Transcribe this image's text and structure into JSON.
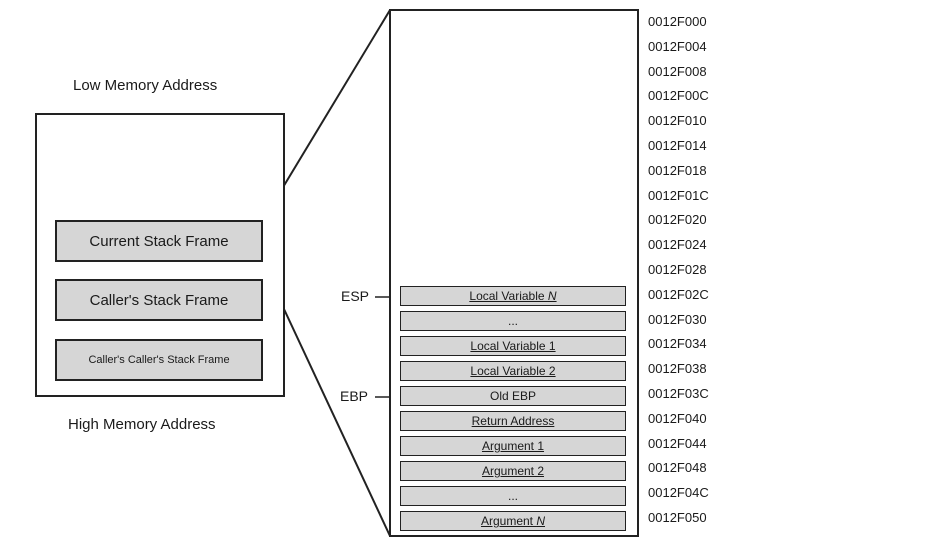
{
  "overview": {
    "top_label": "Low Memory Address",
    "bottom_label": "High Memory Address",
    "frames": [
      "Current Stack Frame",
      "Caller's Stack Frame",
      "Caller's Caller's Stack Frame"
    ]
  },
  "stack": {
    "cells": [
      {
        "text": "Local Variable ",
        "italic": "N"
      },
      {
        "text": "...",
        "italic": ""
      },
      {
        "text": "Local Variable 1",
        "italic": ""
      },
      {
        "text": "Local Variable 2",
        "italic": ""
      },
      {
        "text": "Old EBP",
        "italic": ""
      },
      {
        "text": "Return Address",
        "italic": ""
      },
      {
        "text": "Argument 1",
        "italic": ""
      },
      {
        "text": "Argument 2",
        "italic": ""
      },
      {
        "text": "...",
        "italic": ""
      },
      {
        "text": "Argument ",
        "italic": "N"
      }
    ],
    "addresses": [
      "0012F000",
      "0012F004",
      "0012F008",
      "0012F00C",
      "0012F010",
      "0012F014",
      "0012F018",
      "0012F01C",
      "0012F020",
      "0012F024",
      "0012F028",
      "0012F02C",
      "0012F030",
      "0012F034",
      "0012F038",
      "0012F03C",
      "0012F040",
      "0012F044",
      "0012F048",
      "0012F04C",
      "0012F050"
    ],
    "registers": {
      "esp": "ESP",
      "ebp": "EBP"
    }
  }
}
